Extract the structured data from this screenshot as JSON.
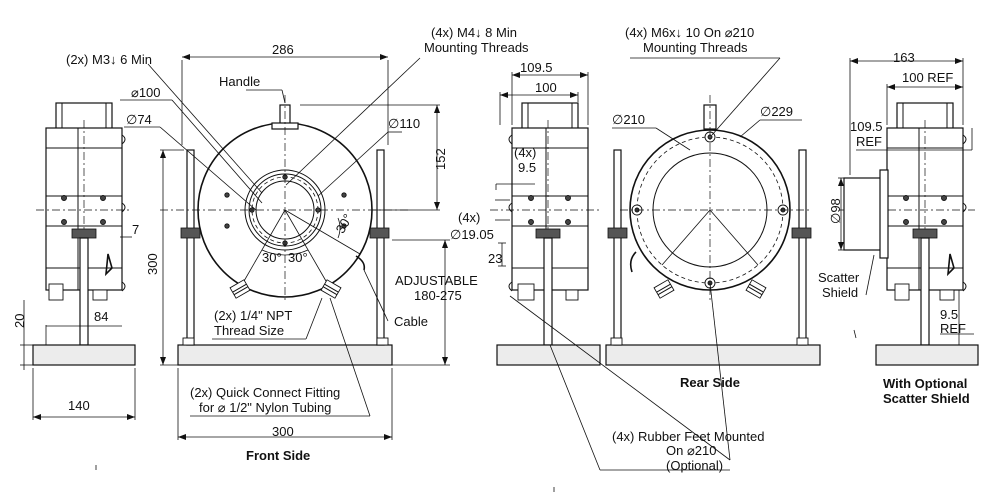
{
  "views": {
    "front_title": "Front Side",
    "rear_title": "Rear Side",
    "shield_title_line1": "With Optional",
    "shield_title_line2": "Scatter Shield"
  },
  "callouts": {
    "m3": "(2x) M3↓ 6 Min",
    "m4_line1": "(4x) M4↓ 8 Min",
    "m4_line2": "Mounting Threads",
    "m6_line1": "(4x) M6x↓ 10 On ⌀210",
    "m6_line2": "Mounting Threads",
    "handle": "Handle",
    "npt_line1": "(2x) 1/4\" NPT",
    "npt_line2": "Thread Size",
    "cable": "Cable",
    "adjustable_line1": "ADJUSTABLE",
    "adjustable_line2": "180-275",
    "quick_line1": "(2x) Quick Connect Fitting",
    "quick_line2": "for ⌀ 1/2\" Nylon Tubing",
    "feet_line1": "(4x) Rubber Feet Mounted",
    "feet_line2": "On ⌀210",
    "feet_line3": "(Optional)",
    "scatter_line1": "Scatter",
    "scatter_line2": "Shield"
  },
  "dims": {
    "d286": "286",
    "d100": "⌀100",
    "d74": "∅74",
    "d110": "∅110",
    "d152": "152",
    "d300_height": "300",
    "d300_width": "300",
    "d20": "20",
    "d84": "84",
    "d140": "140",
    "d7": "7",
    "a30_right": "30°",
    "a30_left": "30°",
    "a30_mid": "30°",
    "d109_5": "109.5",
    "d100b": "100",
    "d4x": "(4x)",
    "d9_5": "9.5",
    "d4x_b": "(4x)",
    "d19_05": "∅19.05",
    "d23": "23",
    "d210": "∅210",
    "d229": "∅229",
    "d163": "163",
    "d100ref": "100 REF",
    "d109ref_1": "109.5",
    "d109ref_2": "REF",
    "d98": "∅98",
    "d9_5ref_1": "9.5",
    "d9_5ref_2": "REF"
  }
}
